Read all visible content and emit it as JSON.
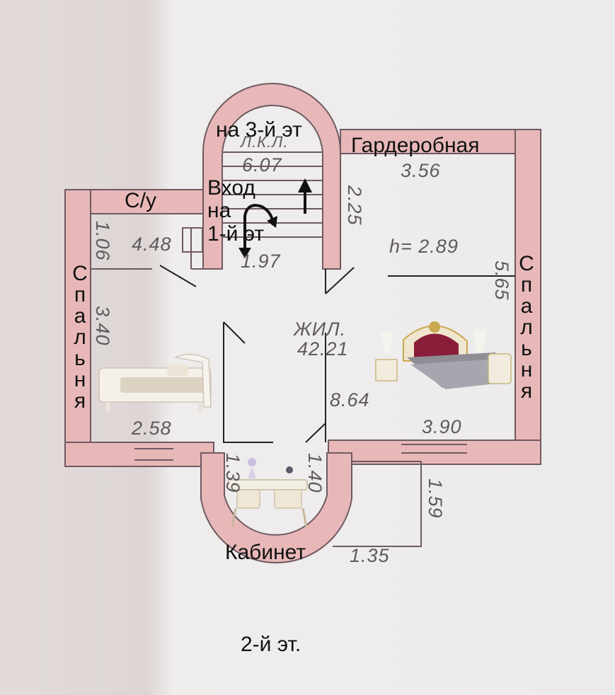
{
  "floor_label": "2-й эт.",
  "rooms": {
    "stairs_up": "на 3-й эт",
    "wardrobe": "Гардеробная",
    "wc": "С/у",
    "entrance": "Вход\nна\n1-й эт",
    "bedroom_left": "Спальня",
    "bedroom_right": "Спальня",
    "cabinet": "Кабинет"
  },
  "plan_marks": {
    "stair_code": "Л.К.Л.",
    "living_code": "ЖИЛ.",
    "height": "h= 2.89"
  },
  "dimensions": {
    "stairs_area": "6.07",
    "wardrobe_area": "3.56",
    "wc_area": "4.48",
    "hall_area": "1.97",
    "living_area": "42.21",
    "center_area": "8.64",
    "left_area": "2.58",
    "right_area": "3.90",
    "bottom_width": "1.35",
    "wc_depth": "1.06",
    "left_wall": "3.40",
    "wardrobe_depth": "2.25",
    "right_wall": "5.65",
    "cabinet_left": "1.39",
    "cabinet_right": "1.40",
    "annex_depth": "1.59"
  },
  "colors": {
    "wall_fill": "#e8b8b8",
    "wall_line": "#6e5a62",
    "paper": "#ecebeb"
  },
  "icons": {
    "bed_left": "white-bed-icon",
    "bed_right": "royal-bed-icon",
    "desk": "vanity-desk-icon",
    "arrow_up": "arrow-up-icon",
    "arrow_down": "curved-arrow-down-icon"
  }
}
